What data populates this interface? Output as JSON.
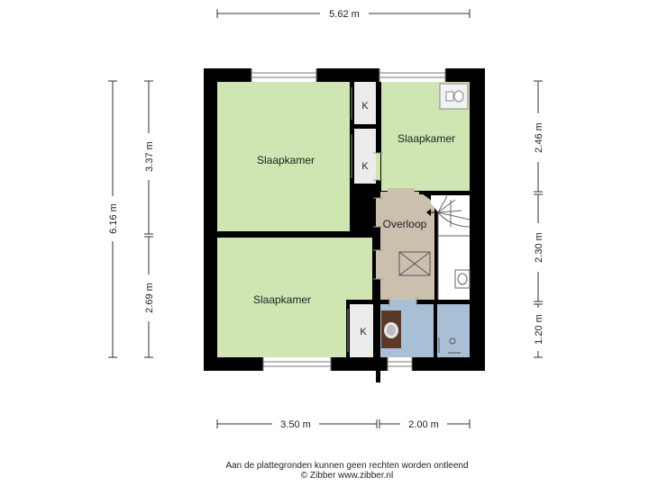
{
  "dimensions": {
    "top_total": "5.62 m",
    "bottom_left": "3.50 m",
    "bottom_right": "2.00 m",
    "left_total": "6.16 m",
    "left_upper": "3.37 m",
    "left_lower": "2.69 m",
    "right_upper": "2.46 m",
    "right_middle": "2.30 m",
    "right_lower": "1.20 m"
  },
  "rooms": {
    "bedroom_top_left": "Slaapkamer",
    "bedroom_top_right": "Slaapkamer",
    "bedroom_bottom_left": "Slaapkamer",
    "landing": "Overloop",
    "closet_1": "K",
    "closet_2": "K",
    "closet_3": "K"
  },
  "footer": {
    "disclaimer": "Aan de plattegronden kunnen geen rechten worden ontleend",
    "copyright": "© Zibber www.zibber.nl"
  },
  "colors": {
    "room_green": "#cfe5b2",
    "landing_tan": "#cbbfae",
    "bathroom_blue": "#a9bfd6",
    "closet_grey": "#ececec",
    "wall": "#000000"
  }
}
